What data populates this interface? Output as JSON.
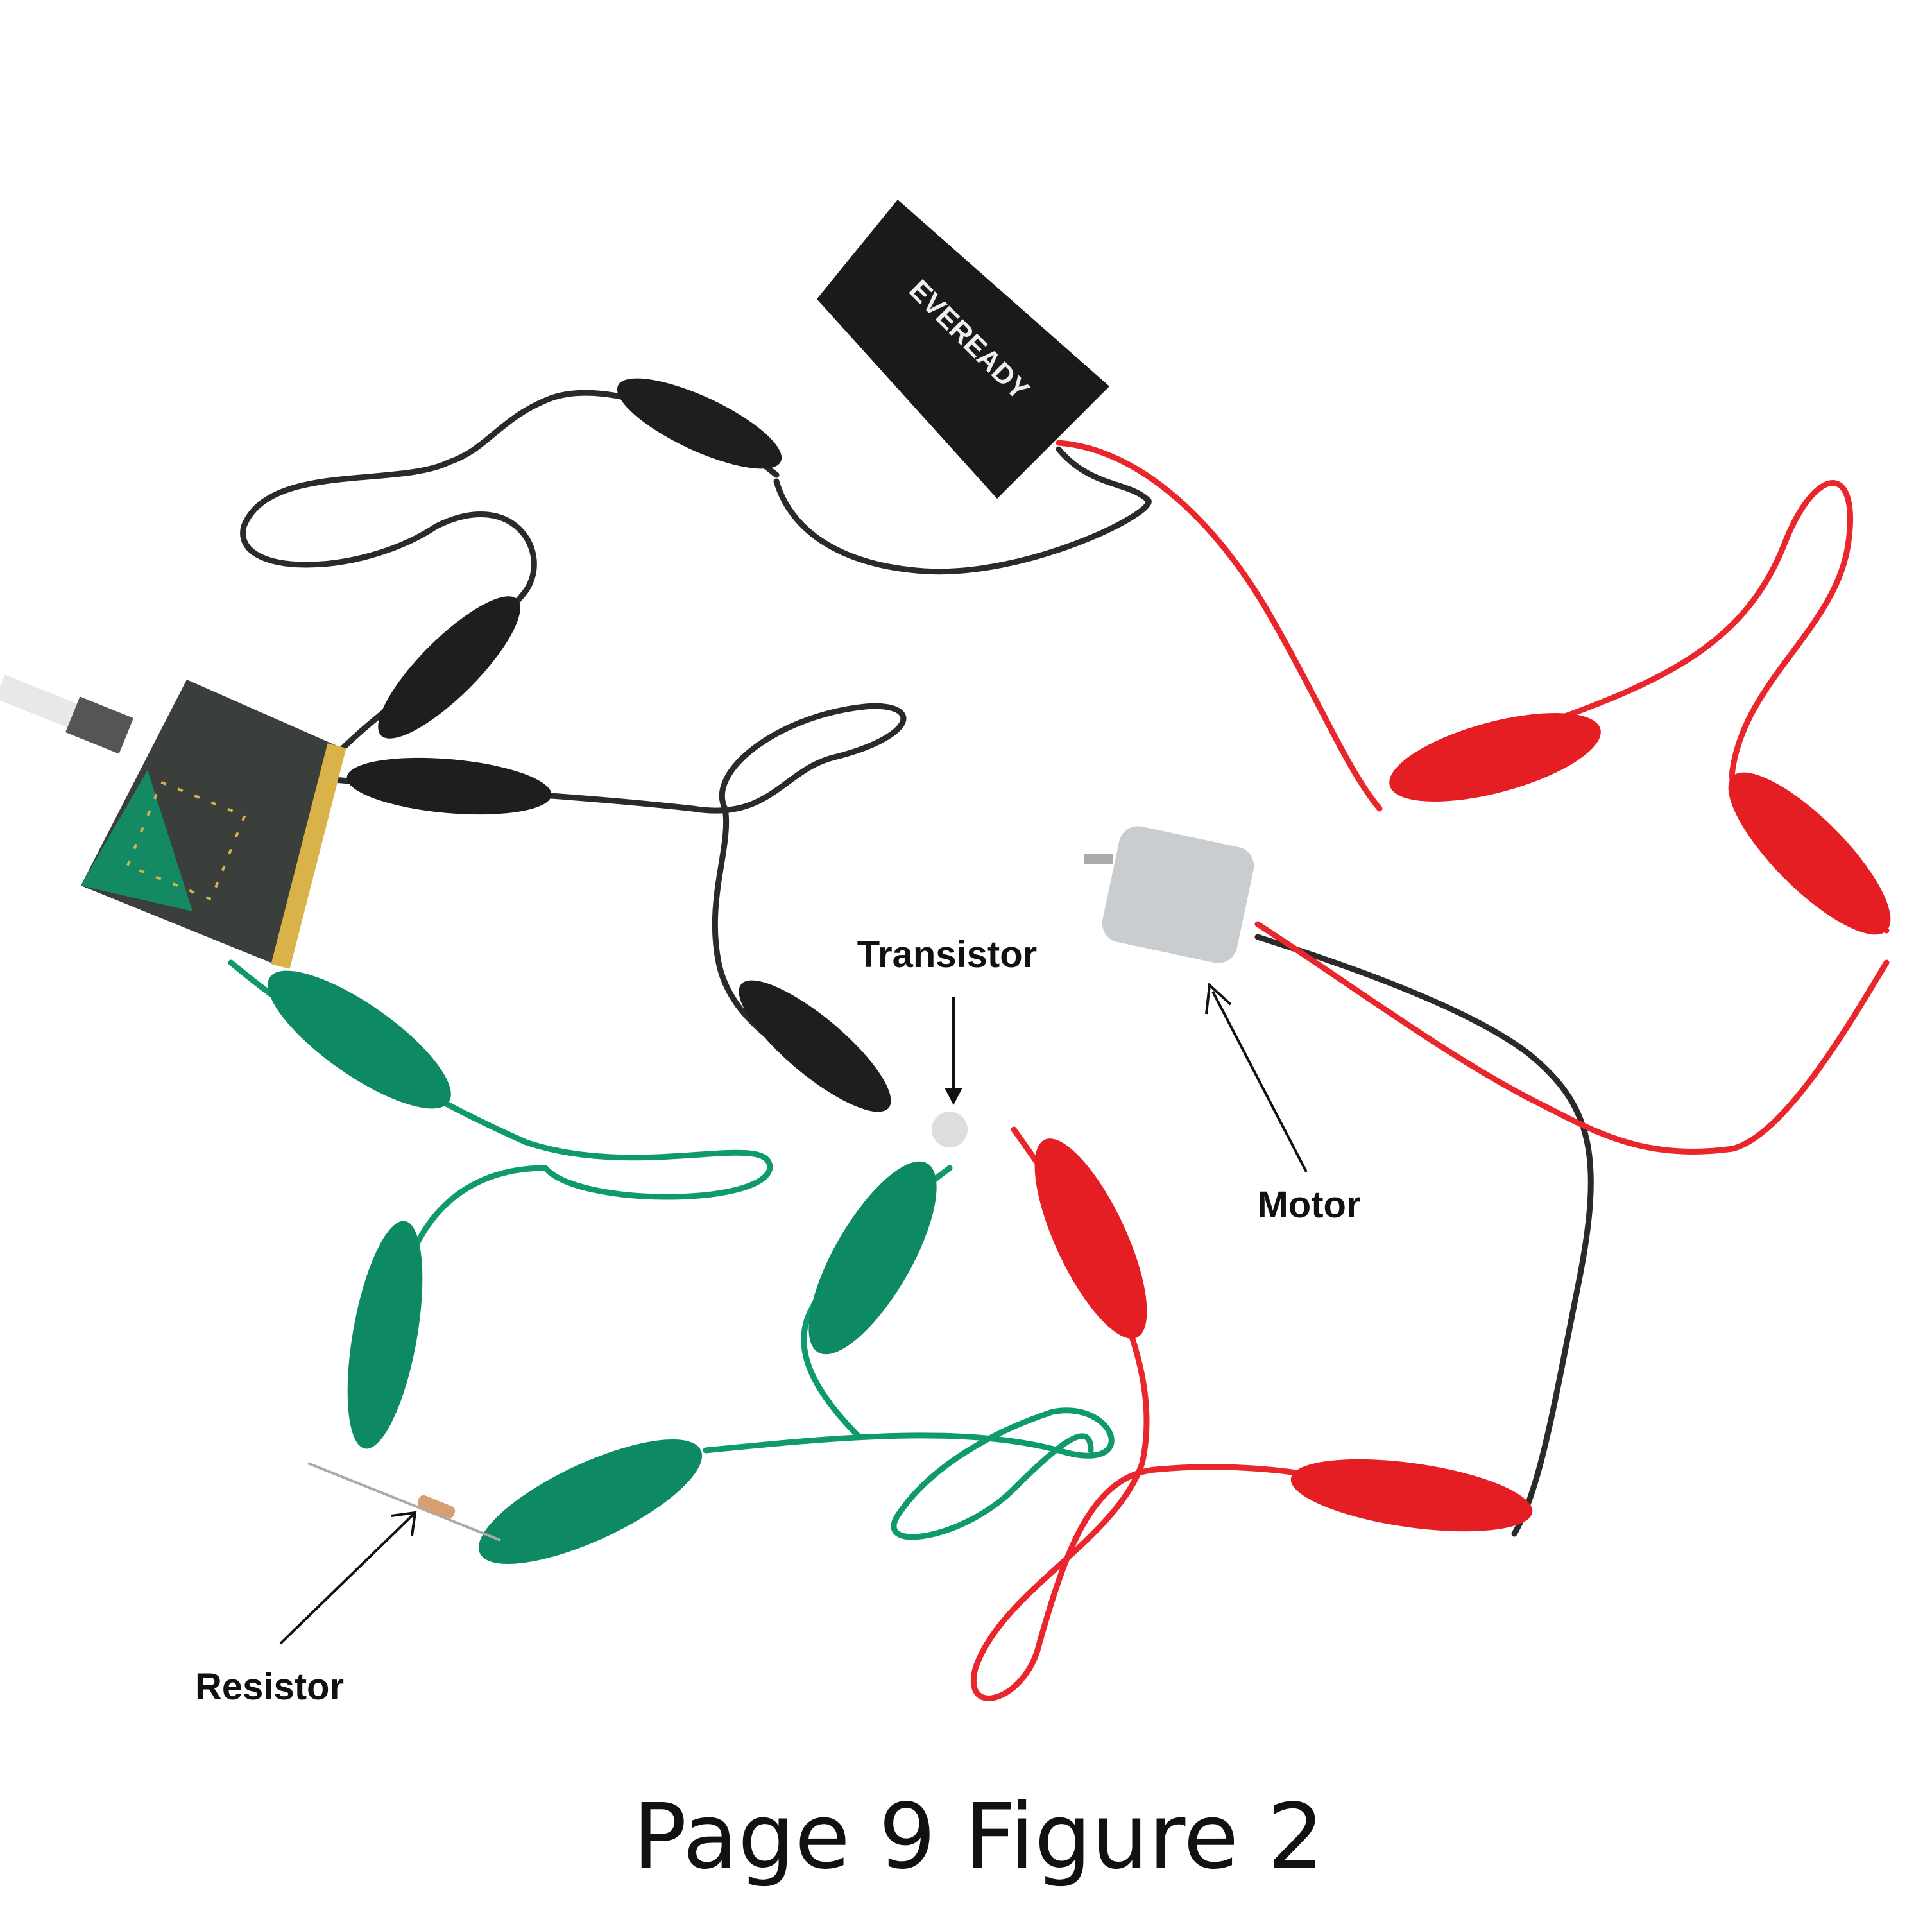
{
  "labels": {
    "transistor": "Transistor",
    "motor": "Motor",
    "resistor": "Resistor"
  },
  "caption": "Page 9 Figure 2",
  "battery_brand": "EVEREADY",
  "colors": {
    "black_wire": "#2a2a2a",
    "red_wire": "#e8262b",
    "green_wire": "#0f9a6e",
    "board": "#3a3f3c",
    "gold": "#d9b24a"
  }
}
